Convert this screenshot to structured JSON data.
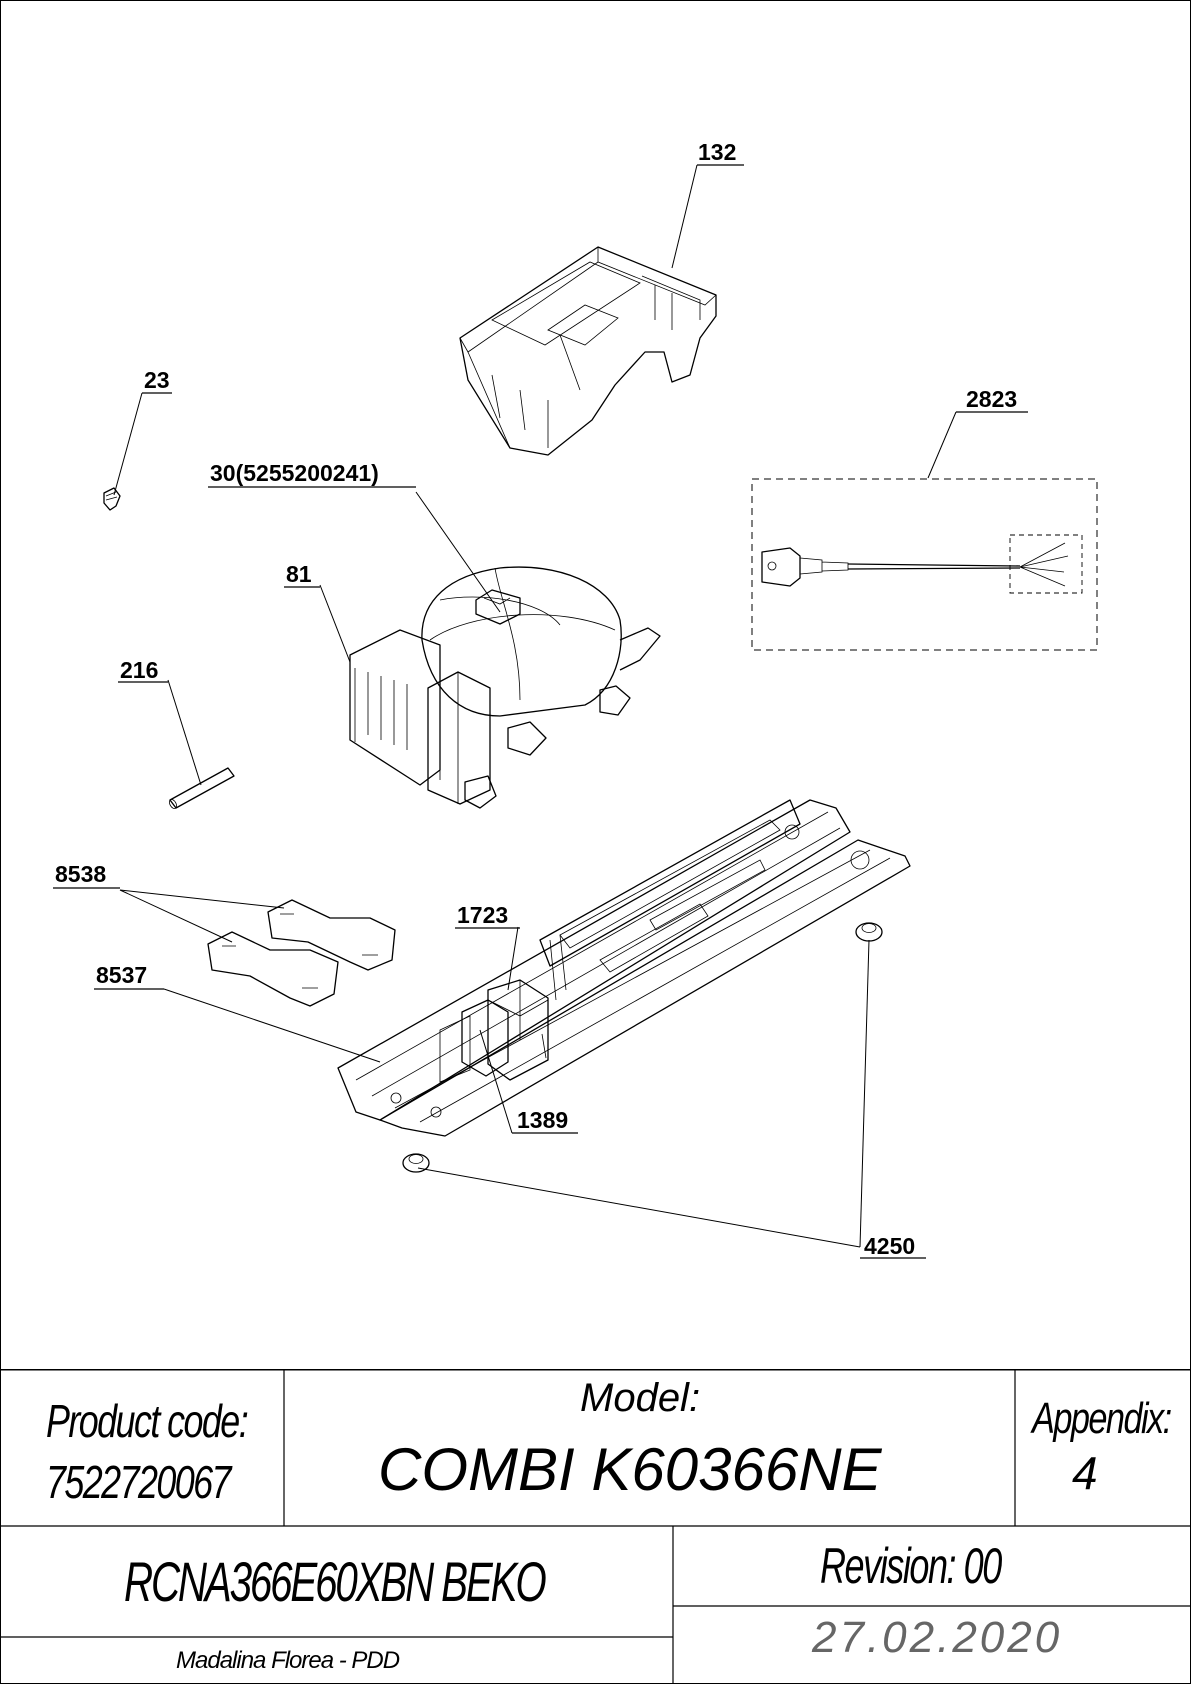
{
  "callouts": {
    "c132": "132",
    "c23": "23",
    "c2823": "2823",
    "c30": "30(5255200241)",
    "c81": "81",
    "c216": "216",
    "c8538": "8538",
    "c1723": "1723",
    "c8537": "8537",
    "c1389": "1389",
    "c4250": "4250"
  },
  "title_block": {
    "product_code_label": "Product code:",
    "product_code_value": "7522720067",
    "model_label": "Model:",
    "model_value": "COMBI K60366NE",
    "appendix_label": "Appendix:",
    "appendix_value": "4",
    "product_name": "RCNA366E60XBN BEKO",
    "revision": "Revision: 00",
    "author": "Madalina Florea - PDD",
    "date": "27.02.2020"
  }
}
